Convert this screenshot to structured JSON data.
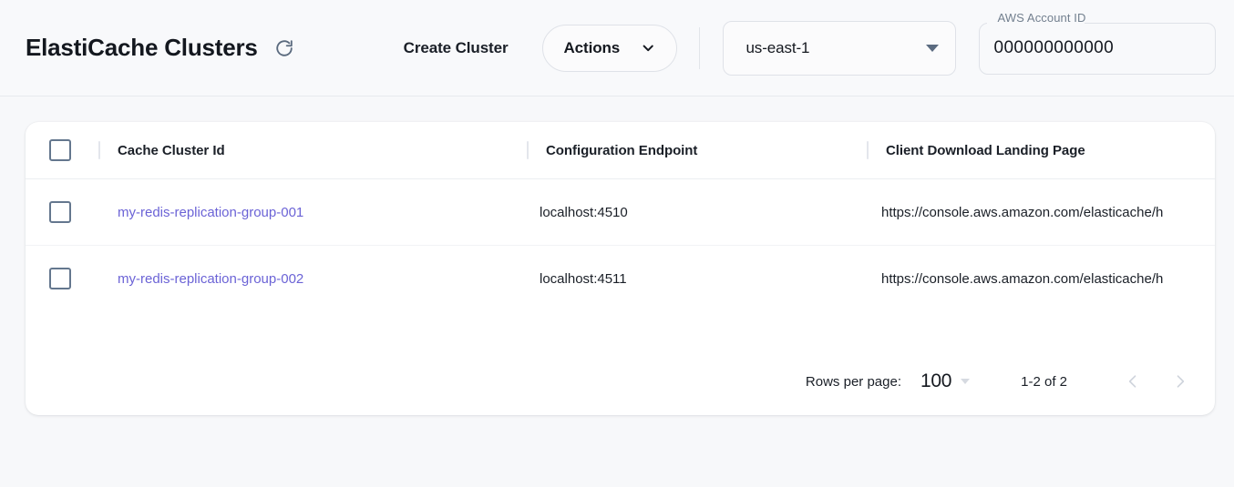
{
  "header": {
    "title": "ElastiCache Clusters",
    "refresh_icon": "refresh-icon",
    "create_cluster_label": "Create Cluster",
    "actions_label": "Actions",
    "actions_chevron_icon": "chevron-down-icon",
    "region": {
      "value": "us-east-1",
      "caret_icon": "caret-down-icon"
    },
    "account": {
      "label": "AWS Account ID",
      "value": "000000000000"
    }
  },
  "table": {
    "select_all_checkbox": "unchecked",
    "columns": [
      {
        "key": "cache_cluster_id",
        "label": "Cache Cluster Id"
      },
      {
        "key": "configuration_endpoint",
        "label": "Configuration Endpoint"
      },
      {
        "key": "client_download_landing_page",
        "label": "Client Download Landing Page"
      }
    ],
    "rows": [
      {
        "checkbox": "unchecked",
        "cache_cluster_id": "my-redis-replication-group-001",
        "configuration_endpoint": "localhost:4510",
        "client_download_landing_page": "https://console.aws.amazon.com/elasticache/h"
      },
      {
        "checkbox": "unchecked",
        "cache_cluster_id": "my-redis-replication-group-002",
        "configuration_endpoint": "localhost:4511",
        "client_download_landing_page": "https://console.aws.amazon.com/elasticache/h"
      }
    ]
  },
  "pagination": {
    "rows_per_page_label": "Rows per page:",
    "rows_per_page_value": "100",
    "rows_per_page_caret_icon": "caret-down-icon",
    "range_label": "1-2 of 2",
    "prev_icon": "chevron-left-icon",
    "next_icon": "chevron-right-icon"
  },
  "colors": {
    "link": "#6b63d6",
    "page_background": "#f7f8fa",
    "card_background": "#ffffff",
    "checkbox_border": "#64778e"
  }
}
